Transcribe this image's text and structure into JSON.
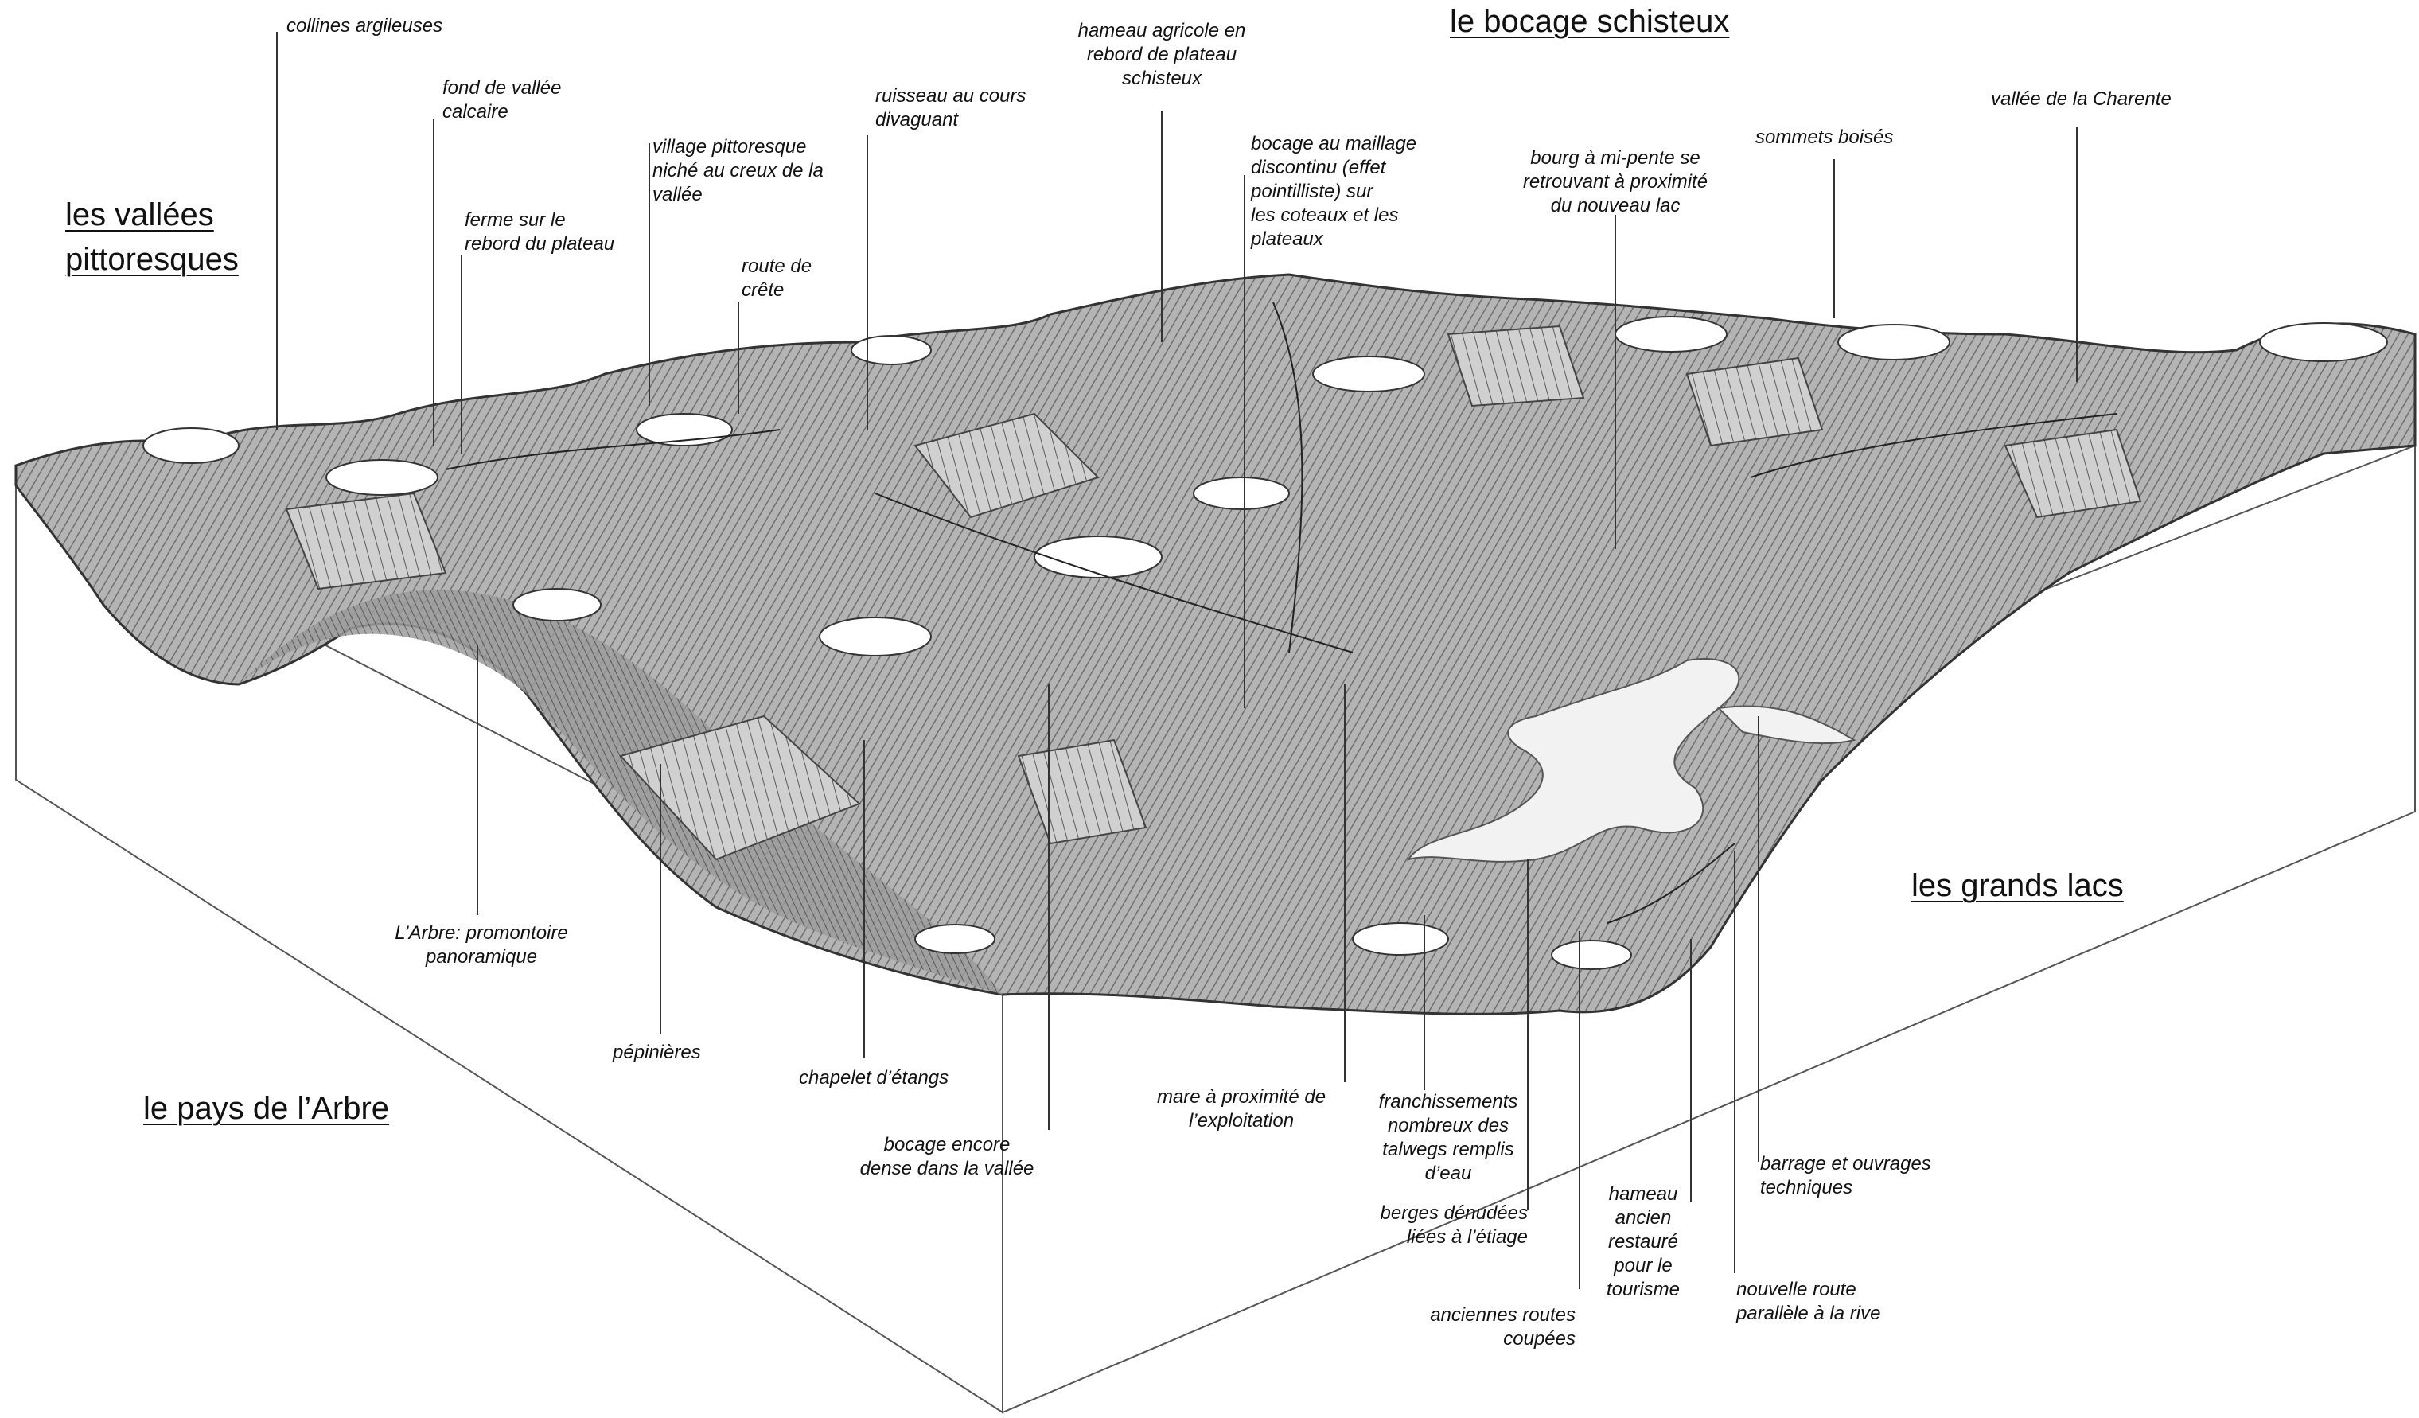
{
  "regions": {
    "vallees": "les vallées\npittoresques",
    "bocage": "le bocage schisteux",
    "lacs": "les grands lacs",
    "arbre": "le pays de l’Arbre"
  },
  "labels": {
    "collines": "collines argileuses",
    "fond_vallee": "fond de vallée\ncalcaire",
    "ferme": "ferme sur le\nrebord du plateau",
    "village": "village pittoresque\nniché au creux de la\nvallée",
    "route_crete": "route de\ncrête",
    "ruisseau": "ruisseau au cours\ndivaguant",
    "hameau_agricole": "hameau agricole en\nrebord de plateau\nschisteux",
    "bocage_maillage": "bocage au maillage\ndiscontinu (effet\npointilliste) sur\nles coteaux et les\nplateaux",
    "bourg": "bourg à mi-pente se\nretrouvant à proximité\ndu nouveau lac",
    "sommets": "sommets boisés",
    "charente": "vallée de la Charente",
    "promontoire": "L’Arbre: promontoire\npanoramique",
    "pepinieres": "pépinières",
    "chapelet": "chapelet d’étangs",
    "bocage_dense": "bocage encore\ndense dans la vallée",
    "mare": "mare à proximité de\nl’exploitation",
    "franchissements": "franchissements\nnombreux des\ntalwegs remplis\nd’eau",
    "berges": "berges dénudées\nliées à l’étiage",
    "anciennes_routes": "anciennes routes\ncoupées",
    "hameau_ancien": "hameau\nancien\nrestauré\npour le\ntourisme",
    "nouvelle_route": "nouvelle route\nparallèle à la rive",
    "barrage": "barrage et ouvrages\ntechniques"
  },
  "colors": {
    "ink": "#111111",
    "terrain": "#9a9a9a",
    "lake": "#f2f2f2",
    "block_side": "#ffffff"
  }
}
